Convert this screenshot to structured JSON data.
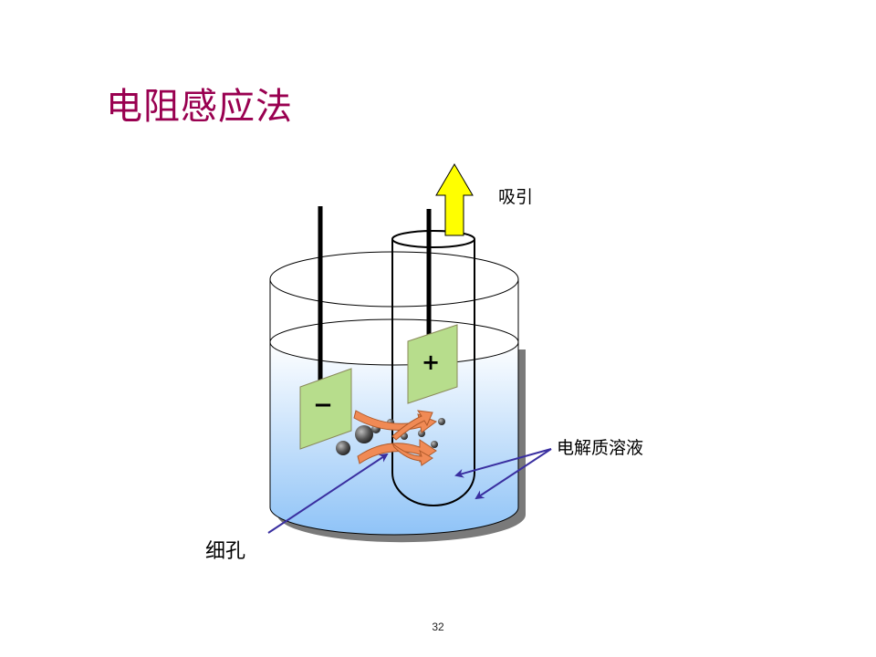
{
  "slide": {
    "title": "电阻感应法",
    "page_number": "32"
  },
  "diagram": {
    "labels": {
      "suction": "吸引",
      "electrolyte": "电解质溶液",
      "aperture": "细孔",
      "negative_electrode": "−",
      "positive_electrode": "+"
    },
    "colors": {
      "title": "#990050",
      "liquid_top": "#ffffff",
      "liquid_bottom": "#8fc3f7",
      "electrode": "#b7dd8c",
      "arrow_up": "#ffff00",
      "flow_arrow": "#f08a55",
      "pointer": "#3a2fa0"
    }
  }
}
